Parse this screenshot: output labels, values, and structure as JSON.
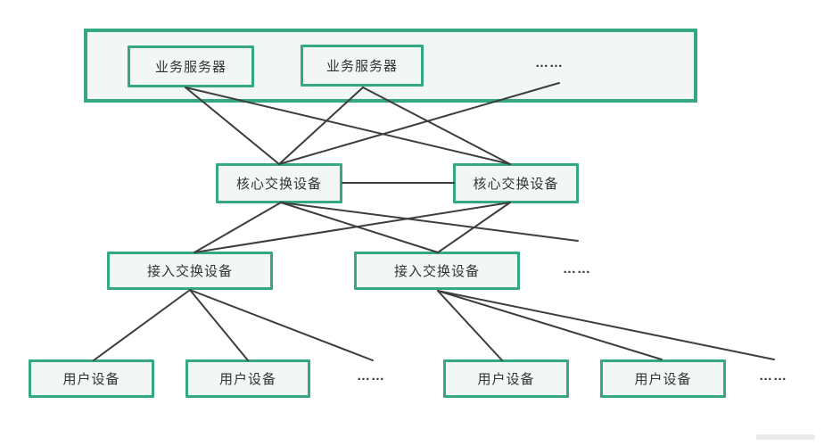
{
  "diagram": {
    "colors": {
      "border": "#35a87f",
      "fill": "#f2f6f4",
      "line": "#3d3d3d",
      "text": "#333333"
    },
    "nodes": {
      "server1": {
        "label": "业务服务器"
      },
      "server2": {
        "label": "业务服务器"
      },
      "core1": {
        "label": "核心交换设备"
      },
      "core2": {
        "label": "核心交换设备"
      },
      "access1": {
        "label": "接入交换设备"
      },
      "access2": {
        "label": "接入交换设备"
      },
      "user1": {
        "label": "用户设备"
      },
      "user2": {
        "label": "用户设备"
      },
      "user3": {
        "label": "用户设备"
      },
      "user4": {
        "label": "用户设备"
      }
    },
    "ellipsis": {
      "top": "……",
      "mid": "……",
      "bottom_left": "……",
      "bottom_right": "……"
    },
    "edges": [
      [
        208,
        98,
        313,
        184
      ],
      [
        208,
        98,
        572,
        184
      ],
      [
        407,
        98,
        313,
        184
      ],
      [
        407,
        98,
        572,
        184
      ],
      [
        627,
        93,
        313,
        184
      ],
      [
        384,
        205,
        509,
        205
      ],
      [
        315,
        227,
        218,
        283
      ],
      [
        315,
        227,
        491,
        283
      ],
      [
        315,
        227,
        648,
        270
      ],
      [
        572,
        227,
        218,
        283
      ],
      [
        572,
        227,
        491,
        283
      ],
      [
        213,
        325,
        105,
        404
      ],
      [
        213,
        325,
        278,
        404
      ],
      [
        213,
        325,
        418,
        404
      ],
      [
        491,
        326,
        563,
        404
      ],
      [
        491,
        326,
        742,
        403
      ],
      [
        491,
        326,
        868,
        403
      ]
    ]
  }
}
